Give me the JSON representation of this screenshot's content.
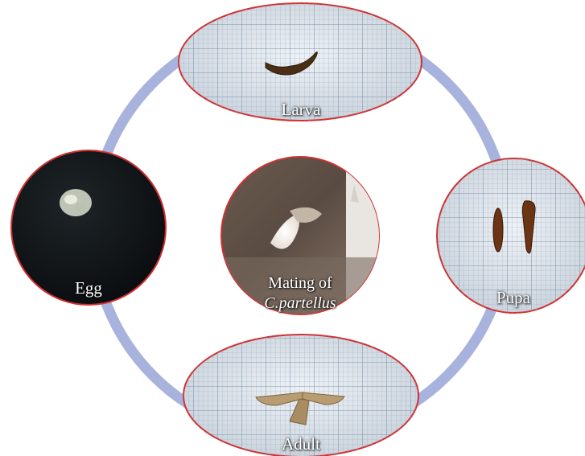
{
  "diagram": {
    "stages": [
      {
        "id": "larva",
        "label": "Larva"
      },
      {
        "id": "pupa",
        "label": "Pupa"
      },
      {
        "id": "adult",
        "label": "Adult"
      },
      {
        "id": "egg",
        "label": "Egg"
      }
    ],
    "center": {
      "label_line1": "Mating of",
      "label_line2": "C.partellus"
    }
  },
  "colors": {
    "ring": "#a8b3dd",
    "grid_paper": "#dfe6ee",
    "grid_line": "#9fb0c2",
    "border_accent": "#d03030",
    "egg_background": "#121619",
    "label_text": "#ffffff"
  }
}
